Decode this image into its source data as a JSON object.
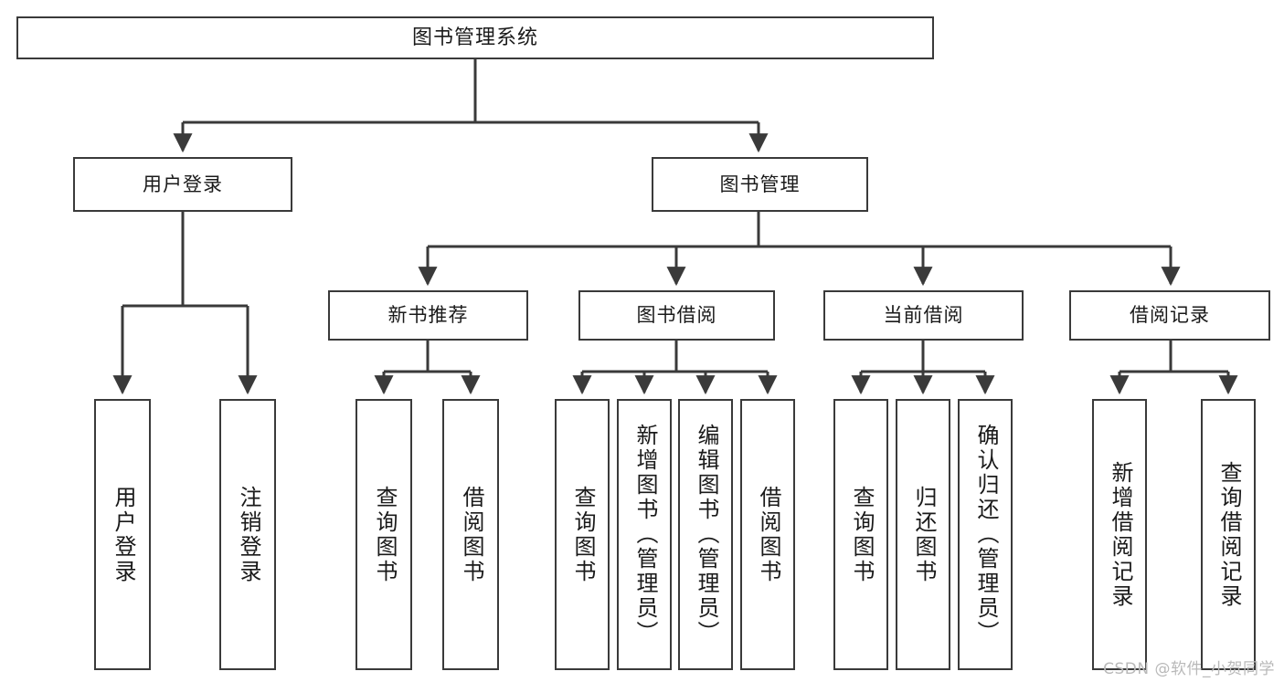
{
  "diagram": {
    "title": "图书管理系统",
    "type": "tree",
    "line_color": "#3a3a3a",
    "box_fill": "#ffffff",
    "text_color": "#1a1a1a",
    "watermark": "CSDN @软件_小贺同学"
  },
  "root": {
    "label": "图书管理系统"
  },
  "level2": [
    {
      "label": "用户登录"
    },
    {
      "label": "图书管理"
    }
  ],
  "level3": [
    {
      "label": "新书推荐"
    },
    {
      "label": "图书借阅"
    },
    {
      "label": "当前借阅"
    },
    {
      "label": "借阅记录"
    }
  ],
  "leaves": {
    "user_login": [
      {
        "label": "用户登录"
      },
      {
        "label": "注销登录"
      }
    ],
    "new_book_recommend": [
      {
        "label": "查询图书"
      },
      {
        "label": "借阅图书"
      }
    ],
    "book_borrow": [
      {
        "label": "查询图书"
      },
      {
        "label": "新增图书（管理员）"
      },
      {
        "label": "编辑图书（管理员）"
      },
      {
        "label": "借阅图书"
      }
    ],
    "current_borrow": [
      {
        "label": "查询图书"
      },
      {
        "label": "归还图书"
      },
      {
        "label": "确认归还（管理员）"
      }
    ],
    "borrow_record": [
      {
        "label": "新增借阅记录"
      },
      {
        "label": "查询借阅记录"
      }
    ]
  }
}
